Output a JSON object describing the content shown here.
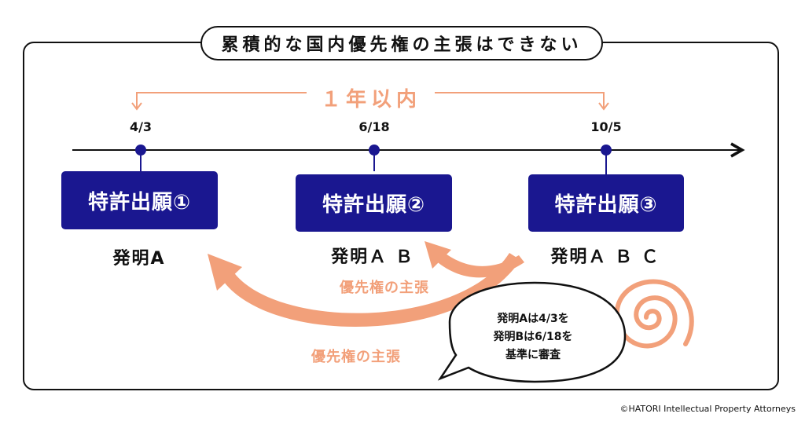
{
  "title": "累積的な国内優先権の主張はできない",
  "period_label": "１年以内",
  "timeline": {
    "dates": [
      "4/3",
      "6/18",
      "10/5"
    ]
  },
  "applications": [
    {
      "label": "特許出願①",
      "invention": "発明A"
    },
    {
      "label": "特許出願②",
      "invention": "発明Ａ Ｂ"
    },
    {
      "label": "特許出願③",
      "invention": "発明Ａ Ｂ Ｃ"
    }
  ],
  "priority_claims": [
    {
      "label": "優先権の主張"
    },
    {
      "label": "優先権の主張"
    }
  ],
  "speech_bubble": {
    "lines": [
      "発明Aは4/3を",
      "発明Bは6/18を",
      "基準に審査"
    ]
  },
  "copyright": "©HATORI Intellectual Property Attorneys",
  "colors": {
    "box": "#1a1790",
    "accent": "#f2a07a",
    "line": "#111111"
  }
}
